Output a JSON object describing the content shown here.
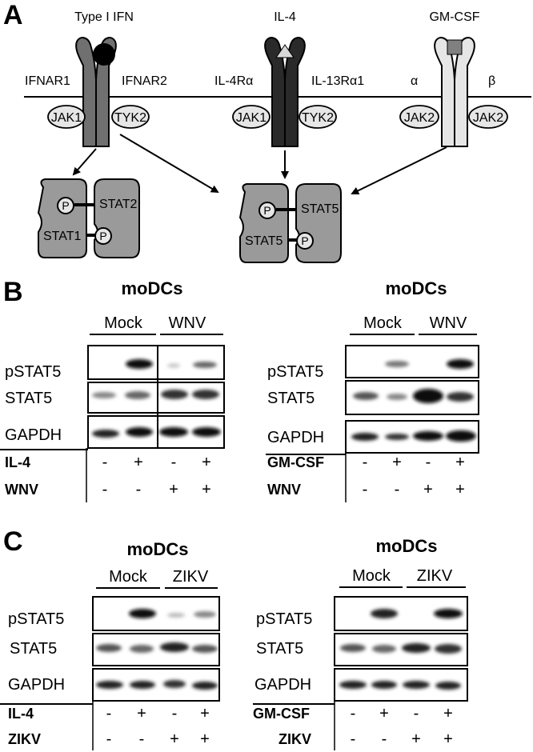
{
  "panel_a": {
    "letter": "A",
    "receptors": [
      {
        "ligand": "Type I IFN",
        "chain_left": "IFNAR1",
        "chain_right": "IFNAR2",
        "jak_left": "JAK1",
        "jak_right": "TYK2"
      },
      {
        "ligand": "IL-4",
        "chain_left": "IL-4Rα",
        "chain_right": "IL-13Rα1",
        "jak_left": "JAK1",
        "jak_right": "TYK2"
      },
      {
        "ligand": "GM-CSF",
        "chain_left": "α",
        "chain_right": "β",
        "jak_left": "JAK2",
        "jak_right": "JAK2"
      }
    ],
    "dimer_left": {
      "top": "STAT2",
      "bottom": "STAT1",
      "phospho": "P"
    },
    "dimer_right": {
      "top": "STAT5",
      "bottom": "STAT5",
      "phospho": "P"
    },
    "colors": {
      "ifn_receptor": "#707070",
      "il4_receptor": "#2a2a2a",
      "gmcsf_receptor": "#e6e6e6",
      "stat": "#9a9a9a"
    }
  },
  "panel_b": {
    "letter": "B",
    "blots": [
      {
        "title": "moDCs",
        "group_left": "Mock",
        "group_right": "WNV",
        "rows": [
          "pSTAT5",
          "STAT5",
          "GAPDH"
        ],
        "treatments": [
          {
            "name": "IL-4",
            "signs": [
              "-",
              "+",
              "-",
              "+"
            ]
          },
          {
            "name": "WNV",
            "signs": [
              "-",
              "-",
              "+",
              "+"
            ]
          }
        ]
      },
      {
        "title": "moDCs",
        "group_left": "Mock",
        "group_right": "WNV",
        "rows": [
          "pSTAT5",
          "STAT5",
          "GAPDH"
        ],
        "treatments": [
          {
            "name": "GM-CSF",
            "signs": [
              "-",
              "+",
              "-",
              "+"
            ]
          },
          {
            "name": "WNV",
            "signs": [
              "-",
              "-",
              "+",
              "+"
            ]
          }
        ]
      }
    ]
  },
  "panel_c": {
    "letter": "C",
    "blots": [
      {
        "title": "moDCs",
        "group_left": "Mock",
        "group_right": "ZIKV",
        "rows": [
          "pSTAT5",
          "STAT5",
          "GAPDH"
        ],
        "treatments": [
          {
            "name": "IL-4",
            "signs": [
              "-",
              "+",
              "-",
              "+"
            ]
          },
          {
            "name": "ZIKV",
            "signs": [
              "-",
              "-",
              "+",
              "+"
            ]
          }
        ]
      },
      {
        "title": "moDCs",
        "group_left": "Mock",
        "group_right": "ZIKV",
        "rows": [
          "pSTAT5",
          "STAT5",
          "GAPDH"
        ],
        "treatments": [
          {
            "name": "GM-CSF",
            "signs": [
              "-",
              "+",
              "-",
              "+"
            ]
          },
          {
            "name": "ZIKV",
            "signs": [
              "-",
              "-",
              "+",
              "+"
            ]
          }
        ]
      }
    ]
  }
}
